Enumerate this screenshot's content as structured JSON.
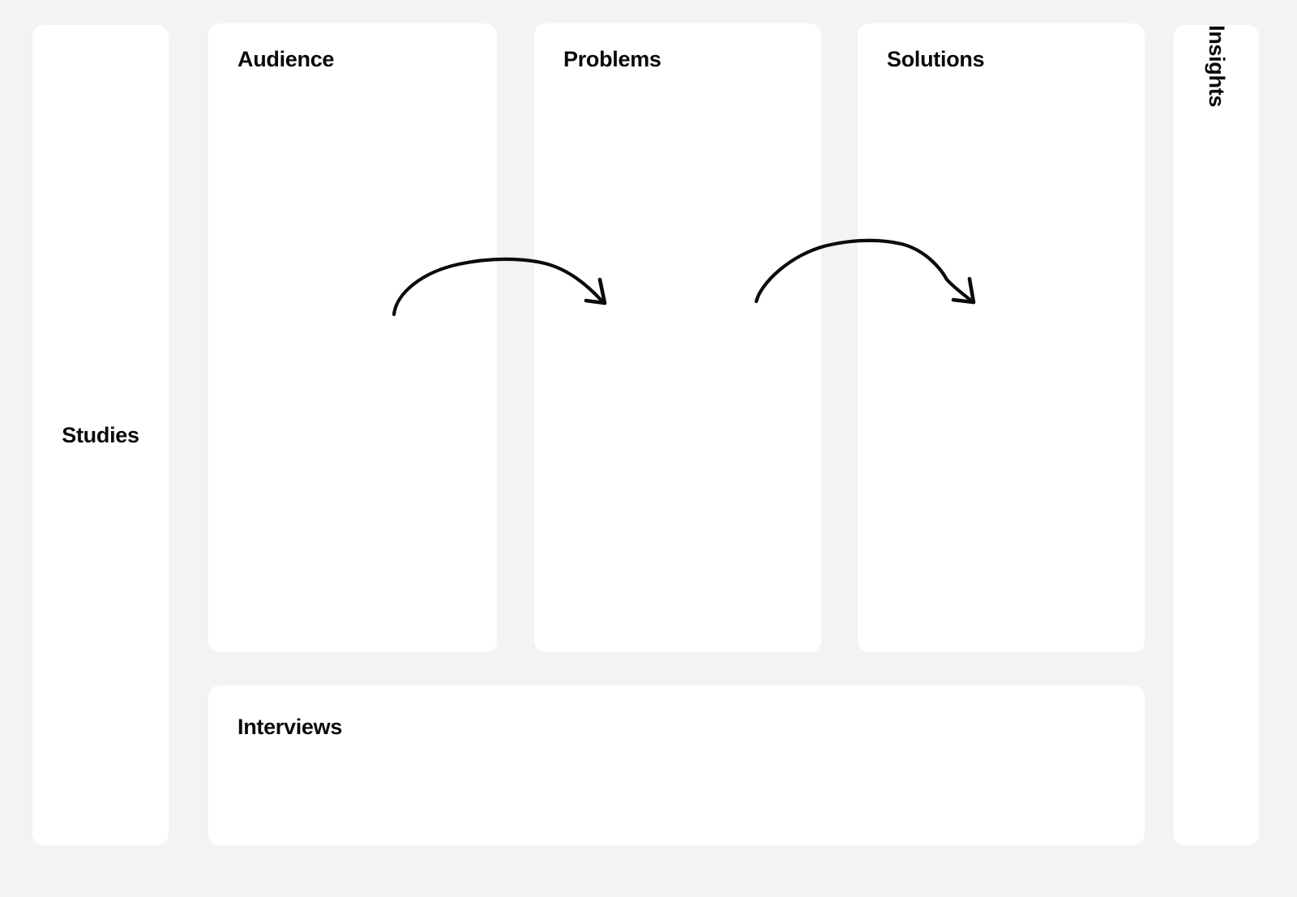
{
  "board": {
    "background_color": "#f2f4f3",
    "panel_color": "#ffffff",
    "ink_color": "#0b0b0b"
  },
  "rails": {
    "left": {
      "title": "Studies",
      "orientation": "horizontal"
    },
    "right": {
      "title": "Insights",
      "orientation": "vertical-top-to-bottom"
    }
  },
  "columns": [
    {
      "title": "Audience",
      "items": []
    },
    {
      "title": "Problems",
      "items": []
    },
    {
      "title": "Solutions",
      "items": []
    }
  ],
  "bottom": {
    "title": "Interviews",
    "items": []
  },
  "annotations": {
    "arrows": [
      {
        "name": "audience-to-problems-arrow",
        "from": "Audience",
        "to": "Problems",
        "style": "hand-drawn-curved",
        "stroke_color": "#0b0b0b",
        "stroke_width": 4
      },
      {
        "name": "problems-to-solutions-arrow",
        "from": "Problems",
        "to": "Solutions",
        "style": "hand-drawn-curved",
        "stroke_color": "#0b0b0b",
        "stroke_width": 4
      }
    ]
  }
}
